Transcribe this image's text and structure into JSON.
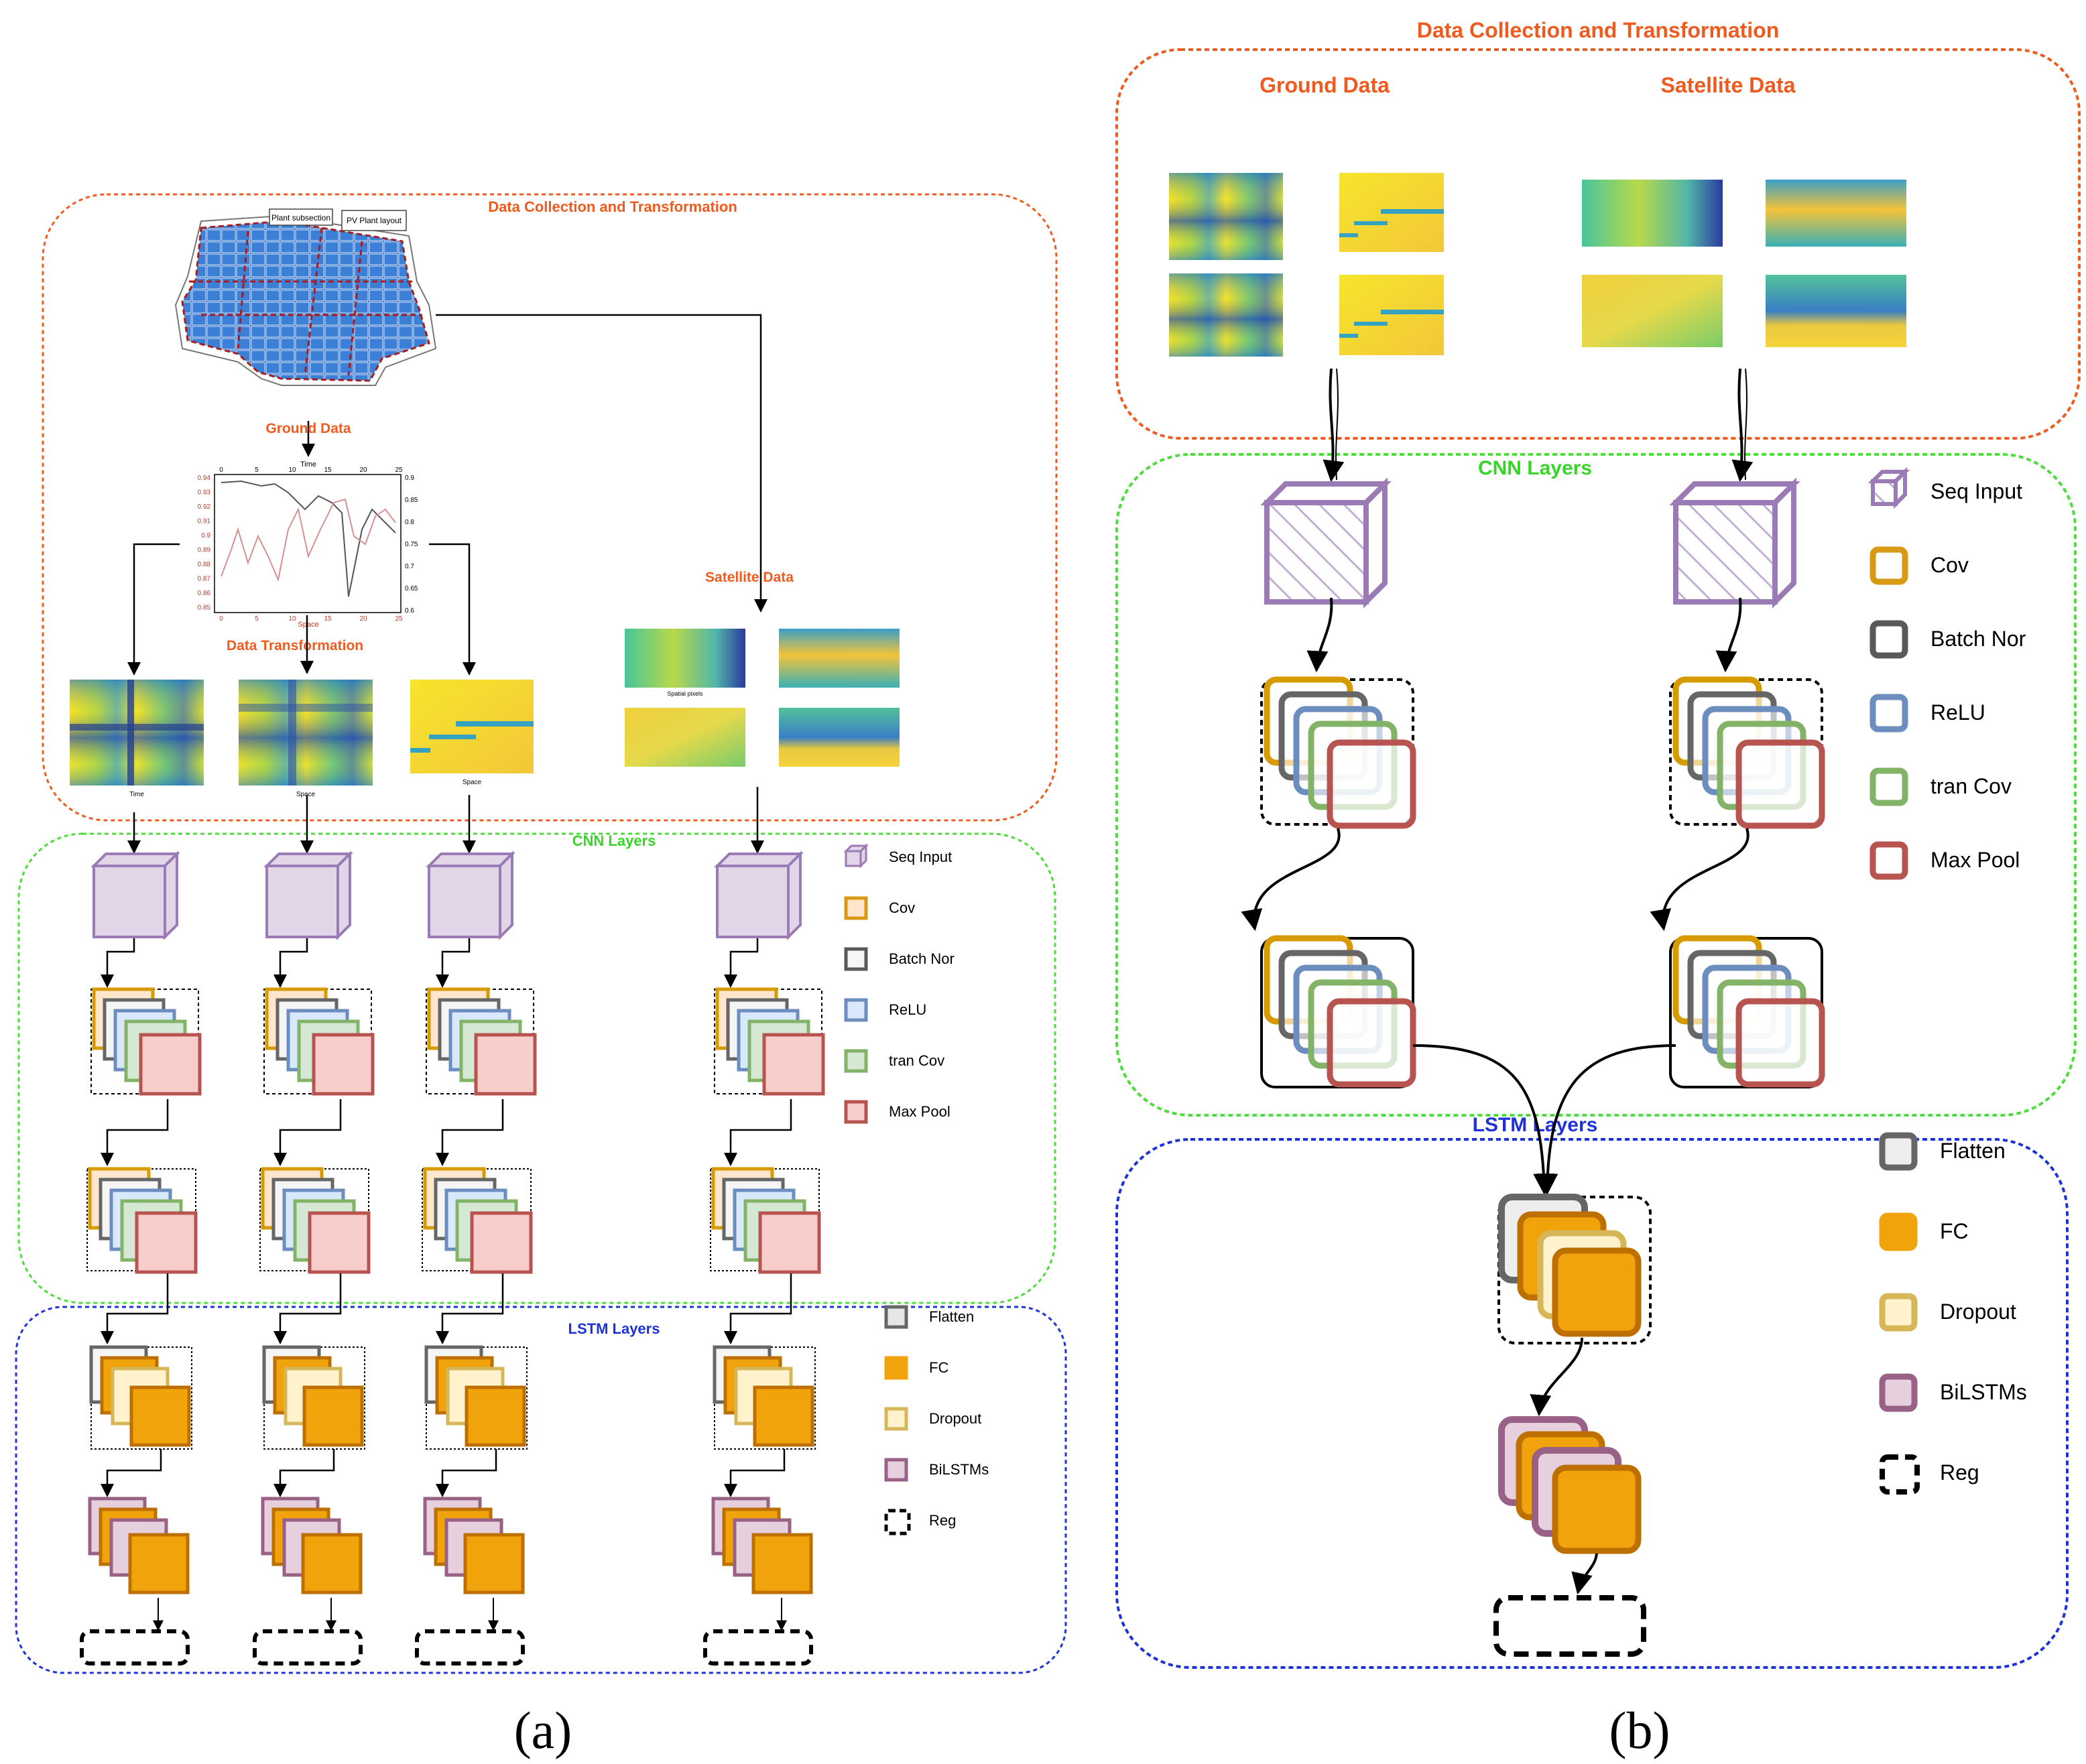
{
  "panel_a": {
    "caption": "(a)",
    "section_titles": {
      "data": "Data Collection and Transformation",
      "cnn": "CNN Layers",
      "lstm": "LSTM Layers"
    },
    "ground_data_label": "Ground Data",
    "satellite_data_label": "Satellite Data",
    "data_transformation_label": "Data Transformation",
    "map_callouts": [
      "Plant subsection",
      "PV Plant layout"
    ],
    "plot_axis": {
      "top": "Time",
      "bottom": "Space"
    },
    "plot_left_ticks": [
      "0.94",
      "0.93",
      "0.92",
      "0.91",
      "0.9",
      "0.89",
      "0.88",
      "0.87",
      "0.86",
      "0.85"
    ],
    "plot_right_ticks": [
      "0.9",
      "0.85",
      "0.8",
      "0.75",
      "0.7",
      "0.65",
      "0.6"
    ],
    "plot_x_ticks": [
      "0",
      "5",
      "10",
      "15",
      "20",
      "25"
    ],
    "heatmap_axis_labels": [
      "Time",
      "Space",
      "Space"
    ],
    "satellite_axis_label": "Spatial pixels"
  },
  "panel_b": {
    "caption": "(b)",
    "section_titles": {
      "data": "Data Collection and Transformation",
      "cnn": "CNN Layers",
      "lstm": "LSTM Layers"
    },
    "ground_data_label": "Ground Data",
    "satellite_data_label": "Satellite Data"
  },
  "legend_cnn": [
    {
      "label": "Seq Input",
      "color": "#9b7bb5"
    },
    {
      "label": "Cov",
      "color": "#d89a14"
    },
    {
      "label": "Batch Nor",
      "color": "#595959"
    },
    {
      "label": "ReLU",
      "color": "#6c8ebf"
    },
    {
      "label": "tran Cov",
      "color": "#82b366"
    },
    {
      "label": "Max Pool",
      "color": "#b85450"
    }
  ],
  "legend_lstm": [
    {
      "label": "Flatten",
      "color": "#666666"
    },
    {
      "label": "FC",
      "color": "#f0a30a"
    },
    {
      "label": "Dropout",
      "color": "#d6b656"
    },
    {
      "label": "BiLSTMs",
      "color": "#996185"
    },
    {
      "label": "Reg",
      "color": "#000000"
    }
  ],
  "colors": {
    "data_frame": "#ef5b1f",
    "cnn_frame": "#4ddc3c",
    "lstm_frame": "#1d32d8"
  }
}
